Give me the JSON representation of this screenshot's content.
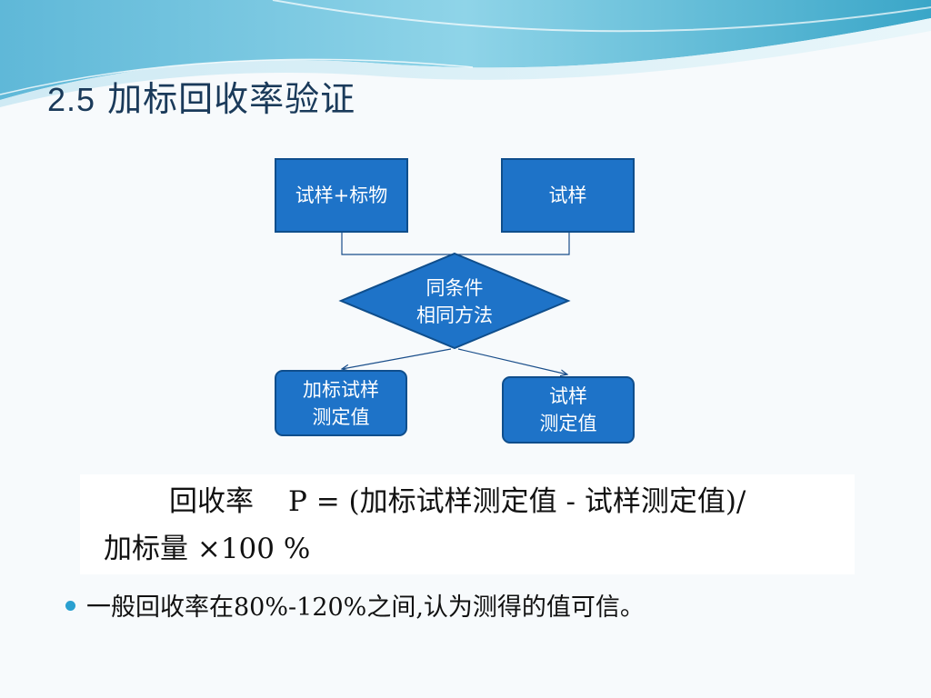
{
  "slide": {
    "title_number": "2.5",
    "title_text": "加标回收率验证"
  },
  "diagram": {
    "box_spiked_sample": "试样+标物",
    "box_sample": "试样",
    "decision_line1": "同条件",
    "decision_line2": "相同方法",
    "result_spiked_line1": "加标试样",
    "result_spiked_line2": "测定值",
    "result_sample_line1": "试样",
    "result_sample_line2": "测定值"
  },
  "formula": {
    "label": "回收率",
    "expression": "P = (加标试样测定值 - 试样测定值)/",
    "continuation": "加标量 ×100 %"
  },
  "bullets": [
    "一般回收率在80%-120%之间,认为测得的值可信。"
  ],
  "colors": {
    "box_fill": "#1e73c8",
    "box_border": "#0f4e8c",
    "title_color": "#1a3a5a",
    "bullet_dot": "#2aa0d0"
  }
}
